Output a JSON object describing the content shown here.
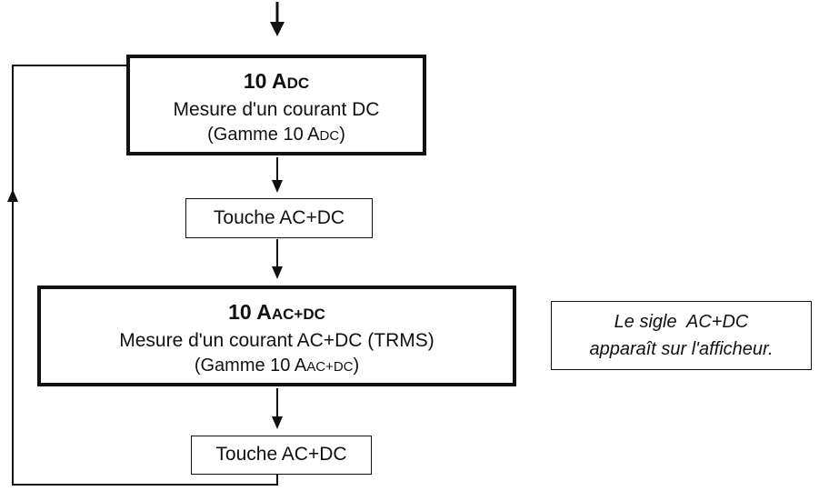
{
  "state_dc": {
    "title_main": "10 A",
    "title_sub": "DC",
    "description": "Mesure d'un courant DC",
    "range_open": "(Gamme 10 A",
    "range_sub": "DC",
    "range_close": ")"
  },
  "key_first": {
    "label": "Touche AC+DC"
  },
  "state_acdc": {
    "title_main": "10 A",
    "title_sub": "AC+DC",
    "description": "Mesure d'un courant AC+DC (TRMS)",
    "range_open": "(Gamme 10 A",
    "range_sub": "AC+DC",
    "range_close": ")"
  },
  "key_second": {
    "label": "Touche AC+DC"
  },
  "note": {
    "line1": "Le sigle  AC+DC",
    "line2": "apparaît sur l'afficheur."
  }
}
